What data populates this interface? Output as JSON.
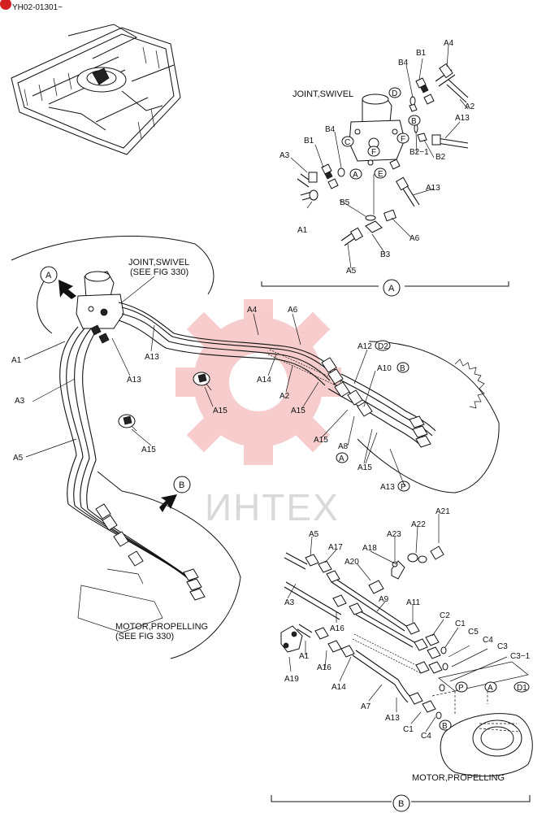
{
  "header": {
    "code": "YH02-01301~"
  },
  "watermark": {
    "text": "ИНТЕХ"
  },
  "titles": {
    "joint_swivel": "JOINT,SWIVEL",
    "joint_swivel_ref_1": "JOINT,SWIVEL",
    "joint_swivel_ref_2": "(SEE FIG 330)",
    "motor_ref_1": "MOTOR,PROPELLING",
    "motor_ref_2": "(SEE FIG 330)",
    "motor_propelling": "MOTOR,PROPELLING"
  },
  "view_markers": {
    "a": "A",
    "b": "B"
  },
  "circled_tags": {
    "d": "D",
    "b": "B",
    "c": "C",
    "f": "F",
    "a": "A",
    "e": "E",
    "d2": "D2",
    "p": "P",
    "d1": "D1"
  },
  "labels_a": {
    "a4": "A4",
    "b1_top": "B1",
    "b4_top": "B4",
    "a2": "A2",
    "a13_top": "A13",
    "b4_left": "B4",
    "b1_left": "B1",
    "b2_1": "B2−1",
    "b2": "B2",
    "a3": "A3",
    "a13_right": "A13",
    "b5": "B5",
    "a1": "A1",
    "a6": "A6",
    "b3": "B3",
    "a5": "A5"
  },
  "labels_main": {
    "a4": "A4",
    "a6": "A6",
    "a12": "A12",
    "a13_top": "A13",
    "a1": "A1",
    "a13_mid": "A13",
    "a14": "A14",
    "a2": "A2",
    "a10": "A10",
    "a3": "A3",
    "a15_center": "A15",
    "a15_right": "A15",
    "a15_left": "A15",
    "a15_low": "A15",
    "a15_b": "A15",
    "a8": "A8",
    "a5": "A5",
    "a13_bottom": "A13"
  },
  "labels_b": {
    "a21": "A21",
    "a5": "A5",
    "a22": "A22",
    "a17": "A17",
    "a23": "A23",
    "a18": "A18",
    "a20": "A20",
    "a3": "A3",
    "a9": "A9",
    "a11": "A11",
    "a16_top": "A16",
    "c2": "C2",
    "c1_top": "C1",
    "c5": "C5",
    "c4_top": "C4",
    "c3": "C3",
    "c3_1": "C3−1",
    "a1": "A1",
    "a16_bot": "A16",
    "a19": "A19",
    "a14": "A14",
    "a7": "A7",
    "a13": "A13",
    "c1_bot": "C1",
    "c4_bot": "C4"
  },
  "colors": {
    "watermark_red": "#e24c4c",
    "ink": "#111111"
  }
}
